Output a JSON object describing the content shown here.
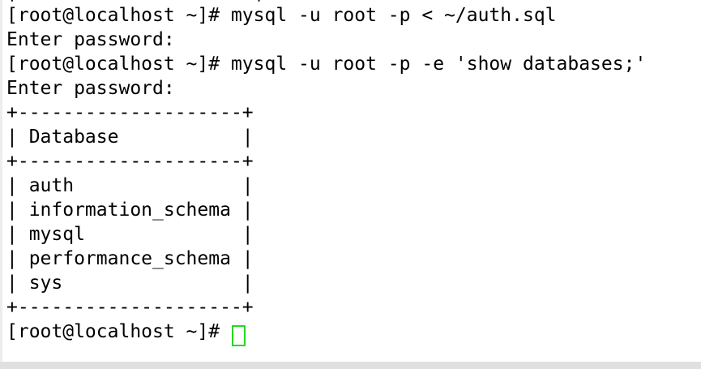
{
  "terminal": {
    "lines": [
      "|                     |",
      "[root@localhost ~]# mysql -u root -p < ~/auth.sql",
      "Enter password: ",
      "[root@localhost ~]# mysql -u root -p -e 'show databases;'",
      "Enter password: ",
      "+--------------------+",
      "| Database           |",
      "+--------------------+",
      "| auth               |",
      "| information_schema |",
      "| mysql              |",
      "| performance_schema |",
      "| sys                |",
      "+--------------------+"
    ],
    "prompt": "[root@localhost ~]# ",
    "table": {
      "header": "Database",
      "rows": [
        "auth",
        "information_schema",
        "mysql",
        "performance_schema",
        "sys"
      ]
    },
    "commands": [
      "mysql -u root -p < ~/auth.sql",
      "mysql -u root -p -e 'show databases;'"
    ]
  },
  "colors": {
    "text": "#000000",
    "background": "#ffffff",
    "cursor_green": "#25d825",
    "bottom_bar": "#e0e0e0",
    "left_edge": "#ededed"
  }
}
